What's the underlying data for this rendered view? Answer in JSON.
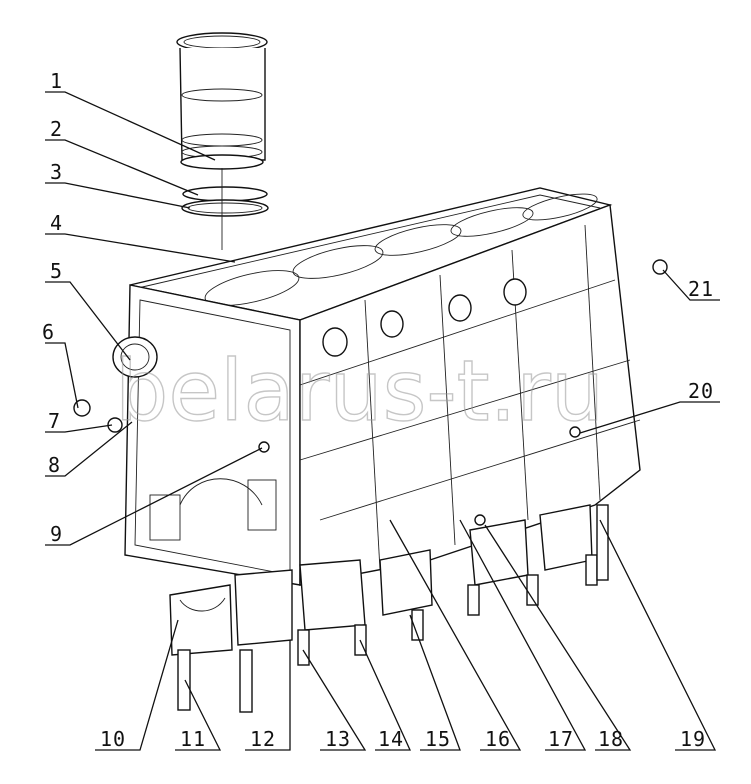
{
  "watermark": "belarus-t.ru",
  "callouts": [
    {
      "id": "1",
      "text": "1"
    },
    {
      "id": "2",
      "text": "2"
    },
    {
      "id": "3",
      "text": "3"
    },
    {
      "id": "4",
      "text": "4"
    },
    {
      "id": "5",
      "text": "5"
    },
    {
      "id": "6",
      "text": "6"
    },
    {
      "id": "7",
      "text": "7"
    },
    {
      "id": "8",
      "text": "8"
    },
    {
      "id": "9",
      "text": "9"
    },
    {
      "id": "10",
      "text": "10"
    },
    {
      "id": "11",
      "text": "11"
    },
    {
      "id": "12",
      "text": "12"
    },
    {
      "id": "13",
      "text": "13"
    },
    {
      "id": "14",
      "text": "14"
    },
    {
      "id": "15",
      "text": "15"
    },
    {
      "id": "16",
      "text": "16"
    },
    {
      "id": "17",
      "text": "17"
    },
    {
      "id": "18",
      "text": "18"
    },
    {
      "id": "19",
      "text": "19"
    },
    {
      "id": "20",
      "text": "20"
    },
    {
      "id": "21",
      "text": "21"
    }
  ]
}
